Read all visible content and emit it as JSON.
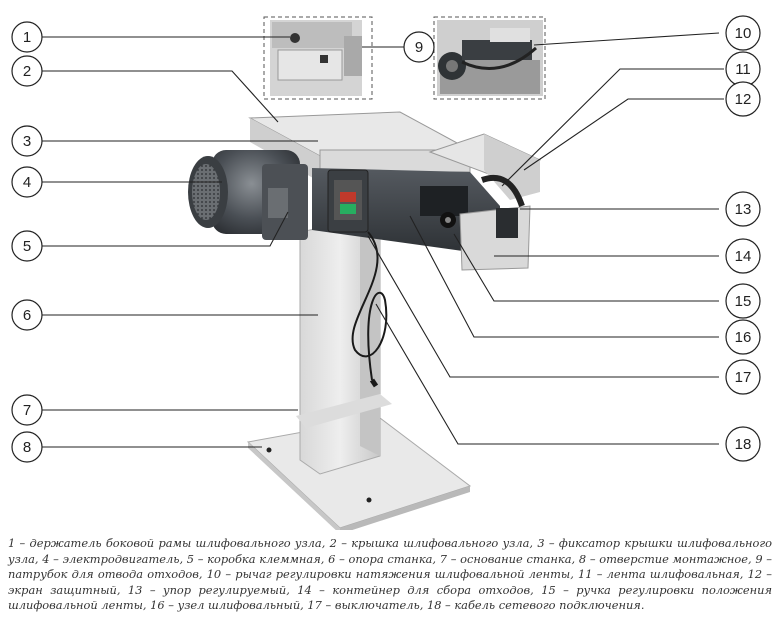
{
  "labels": [
    {
      "id": 1,
      "text": "1"
    },
    {
      "id": 2,
      "text": "2"
    },
    {
      "id": 3,
      "text": "3"
    },
    {
      "id": 4,
      "text": "4"
    },
    {
      "id": 5,
      "text": "5"
    },
    {
      "id": 6,
      "text": "6"
    },
    {
      "id": 7,
      "text": "7"
    },
    {
      "id": 8,
      "text": "8"
    },
    {
      "id": 9,
      "text": "9"
    },
    {
      "id": 10,
      "text": "10"
    },
    {
      "id": 11,
      "text": "11"
    },
    {
      "id": 12,
      "text": "12"
    },
    {
      "id": 13,
      "text": "13"
    },
    {
      "id": 14,
      "text": "14"
    },
    {
      "id": 15,
      "text": "15"
    },
    {
      "id": 16,
      "text": "16"
    },
    {
      "id": 17,
      "text": "17"
    },
    {
      "id": 18,
      "text": "18"
    }
  ],
  "caption": "1 – держатель боковой рамы шлифовального узла, 2 – крышка шлифовального узла, 3 – фиксатор крышки шлифовального узла, 4 – электродвигатель, 5 – коробка клеммная, 6 – опора станка, 7 – основание станка, 8 – отверстие монтажное, 9 – патрубок для отвода отходов, 10 – рычаг регулировки натяжения шлифовальной ленты, 11 – лента шлифовальная, 12 – экран защитный, 13 – упор регулируемый, 14 – контейнер для сбора отходов, 15 – ручка регулировки положения шлифовальной ленты, 16 – узел шлифовальный, 17 – выключатель, 18 – кабель сетевого подключения."
}
